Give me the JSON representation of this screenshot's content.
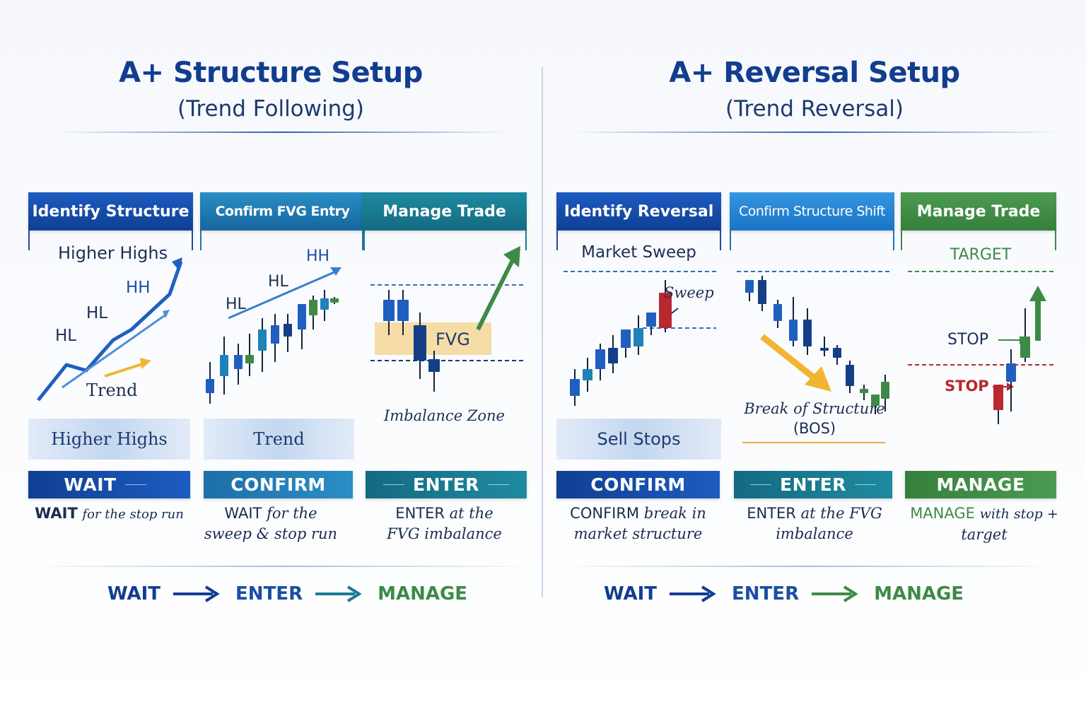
{
  "left": {
    "title": "A+ Structure Setup",
    "subtitle": "(Trend Following)",
    "panels": [
      {
        "header": "Identify Structure",
        "chart_labels": [
          "Higher Highs",
          "HH",
          "HL",
          "HL",
          "Trend"
        ],
        "box_label": "Higher Highs",
        "action": "WAIT",
        "desc_kw": "WAIT",
        "desc_rest": "for the stop run"
      },
      {
        "header": "Confirm FVG Entry",
        "chart_labels": [
          "HH",
          "HL",
          "HL"
        ],
        "box_label": "Trend",
        "action": "CONFIRM",
        "desc_kw": "WAIT",
        "desc_rest": "for the",
        "desc_line2": "sweep & stop run"
      },
      {
        "header": "Manage Trade",
        "chart_labels": [
          "FVG",
          "Imbalance Zone"
        ],
        "action": "ENTER",
        "desc_kw": "ENTER",
        "desc_rest": "at the",
        "desc_line2": "FVG imbalance"
      }
    ],
    "flow": [
      "WAIT",
      "ENTER",
      "MANAGE"
    ]
  },
  "right": {
    "title": "A+ Reversal Setup",
    "subtitle": "(Trend Reversal)",
    "panels": [
      {
        "header": "Identify Reversal",
        "chart_labels": [
          "Market Sweep",
          "Sweep"
        ],
        "box_label": "Sell Stops",
        "action": "CONFIRM",
        "desc_kw": "CONFIRM",
        "desc_rest": "break in",
        "desc_line2": "market structure"
      },
      {
        "header": "Confirm Structure Shift",
        "chart_labels": [
          "Break of Structure",
          "(BOS)"
        ],
        "action": "ENTER",
        "desc_kw": "ENTER",
        "desc_rest": "at the FVG",
        "desc_line2": "imbalance"
      },
      {
        "header": "Manage Trade",
        "chart_labels": [
          "TARGET",
          "STOP",
          "STOP"
        ],
        "action": "MANAGE",
        "desc_kw": "MANAGE",
        "desc_rest": "with stop +",
        "desc_line2": "target"
      }
    ],
    "flow": [
      "WAIT",
      "ENTER",
      "MANAGE"
    ]
  },
  "colors": {
    "navy": "#123d8f",
    "blue": "#1559b8",
    "teal": "#1a7c94",
    "green": "#3d8a46",
    "red": "#b8282e",
    "amber": "#f2b533",
    "fvg_zone": "#f6dca6"
  }
}
